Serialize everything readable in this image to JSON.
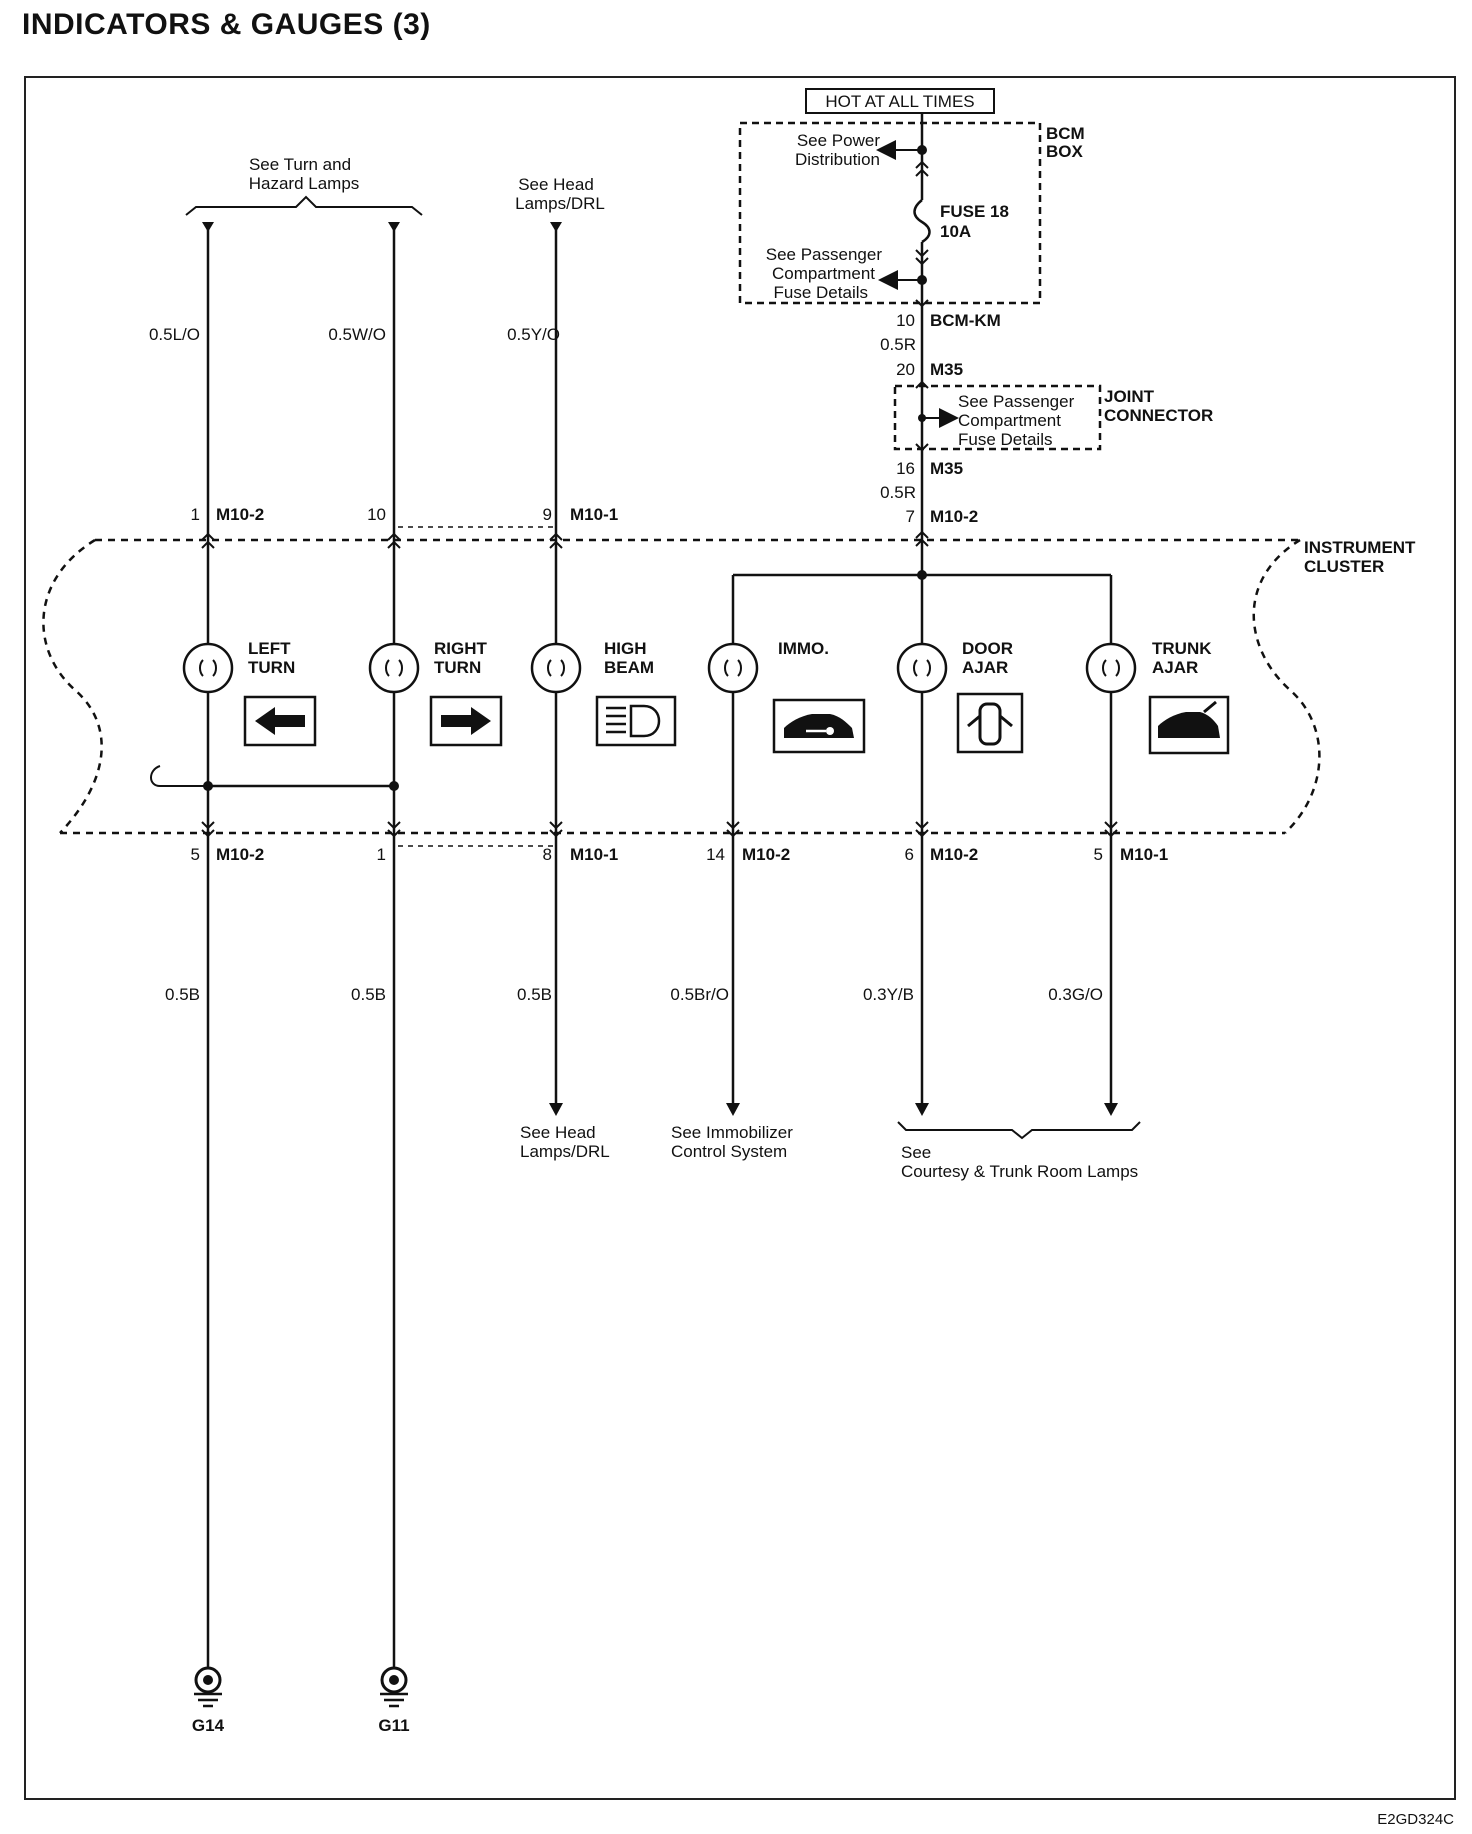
{
  "title": "INDICATORS & GAUGES (3)",
  "figure_code": "E2GD324C",
  "power": {
    "hot_at_all_times": "HOT AT ALL TIMES",
    "bcm_box": [
      "BCM",
      "BOX"
    ],
    "power_distribution": [
      "See Power",
      "Distribution"
    ],
    "fuse": [
      "FUSE 18",
      "10A"
    ],
    "passenger_fuse_1": [
      "See Passenger",
      "Compartment",
      "Fuse Details"
    ],
    "conn_bcm": {
      "pin": "10",
      "name": "BCM-KM"
    },
    "wire_1": "0.5R",
    "conn_m35_top": {
      "pin": "20",
      "name": "M35"
    },
    "joint_connector": [
      "JOINT",
      "CONNECTOR"
    ],
    "passenger_fuse_2": [
      "See Passenger",
      "Compartment",
      "Fuse Details"
    ],
    "conn_m35_bottom": {
      "pin": "16",
      "name": "M35"
    },
    "wire_2": "0.5R",
    "conn_cluster_in": {
      "pin": "7",
      "name": "M10-2"
    }
  },
  "top_refs": {
    "turn_hazard": [
      "See Turn and",
      "Hazard Lamps"
    ],
    "head_lamps": [
      "See Head",
      "Lamps/DRL"
    ]
  },
  "instrument_cluster": [
    "INSTRUMENT",
    "CLUSTER"
  ],
  "columns": [
    {
      "id": "left-turn",
      "top_wire": "0.5L/O",
      "top_pin": "1",
      "top_conn": "M10-2",
      "label": [
        "LEFT",
        "TURN"
      ],
      "icon": "left-arrow-icon",
      "bottom_pin": "5",
      "bottom_conn": "M10-2",
      "bottom_wire": "0.5B",
      "ground": "G14"
    },
    {
      "id": "right-turn",
      "top_wire": "0.5W/O",
      "top_pin": "10",
      "top_conn": "",
      "label": [
        "RIGHT",
        "TURN"
      ],
      "icon": "right-arrow-icon",
      "bottom_pin": "1",
      "bottom_conn": "",
      "bottom_wire": "0.5B",
      "ground": "G11"
    },
    {
      "id": "high-beam",
      "top_wire": "0.5Y/O",
      "top_pin": "9",
      "top_conn": "M10-1",
      "label": [
        "HIGH",
        "BEAM"
      ],
      "icon": "headlamp-icon",
      "bottom_pin": "8",
      "bottom_conn": "M10-1",
      "bottom_wire": "0.5B",
      "destination": [
        "See Head",
        "Lamps/DRL"
      ]
    },
    {
      "id": "immo",
      "label": [
        "IMMO.",
        ""
      ],
      "icon": "car-key-icon",
      "bottom_pin": "14",
      "bottom_conn": "M10-2",
      "bottom_wire": "0.5Br/O",
      "destination": [
        "See Immobilizer",
        "Control System"
      ]
    },
    {
      "id": "door-ajar",
      "label": [
        "DOOR",
        "AJAR"
      ],
      "icon": "door-open-icon",
      "bottom_pin": "6",
      "bottom_conn": "M10-2",
      "bottom_wire": "0.3Y/B"
    },
    {
      "id": "trunk-ajar",
      "label": [
        "TRUNK",
        "AJAR"
      ],
      "icon": "trunk-open-icon",
      "bottom_pin": "5",
      "bottom_conn": "M10-1",
      "bottom_wire": "0.3G/O"
    }
  ],
  "courtesy_ref": [
    "See",
    "Courtesy & Trunk Room Lamps"
  ]
}
